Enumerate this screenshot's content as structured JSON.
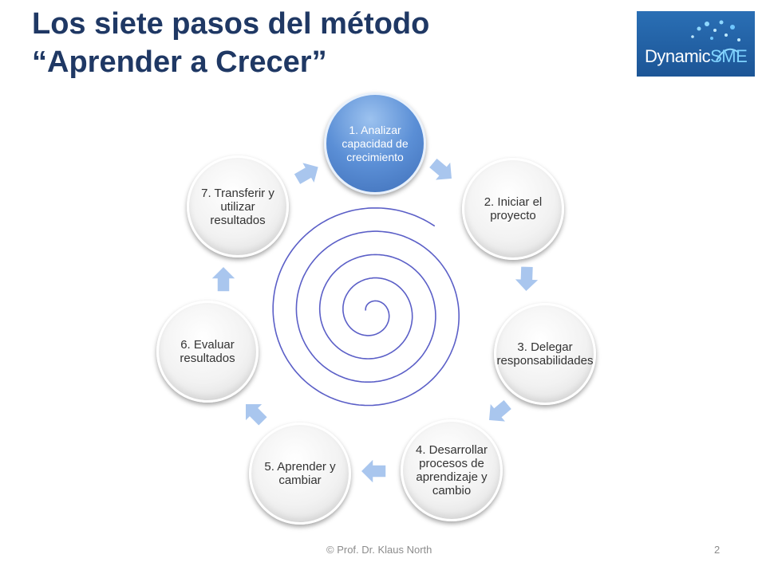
{
  "title": {
    "line1": "Los siete pasos del método",
    "line2": "“Aprender a Crecer”"
  },
  "logo": {
    "text_main": "Dynamic",
    "text_accent": "SME",
    "background": "#1f5fa6"
  },
  "colors": {
    "title": "#1f3864",
    "spiral": "#5b5fc7",
    "arrow_fill": "#a9c6ee",
    "active_step": "#4a7fc8"
  },
  "steps": [
    {
      "label": "1. Analizar capacidad de crecimiento",
      "active": true
    },
    {
      "label": "2. Iniciar el proyecto",
      "active": false
    },
    {
      "label": "3. Delegar responsabilidades",
      "active": false
    },
    {
      "label": "4. Desarrollar procesos de aprendizaje y cambio",
      "active": false
    },
    {
      "label": "5. Aprender y cambiar",
      "active": false
    },
    {
      "label": "6. Evaluar resultados",
      "active": false
    },
    {
      "label": "7. Transferir y utilizar resultados",
      "active": false
    }
  ],
  "footer": {
    "copyright": "© Prof. Dr. Klaus North",
    "page_number": "2"
  }
}
